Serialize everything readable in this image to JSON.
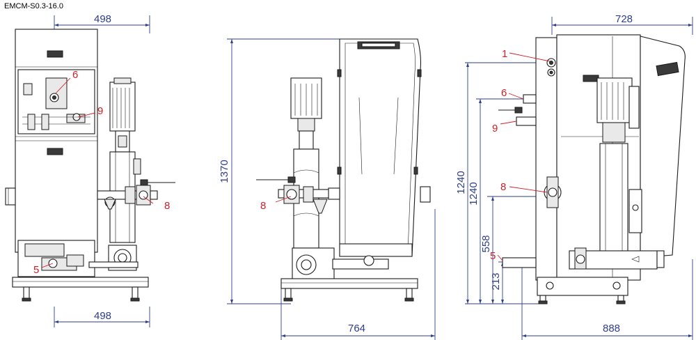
{
  "model": "EMCM-S0.3-16.0",
  "front_view": {
    "width_top": "498",
    "width_bottom": "498",
    "callouts": {
      "six": "6",
      "nine": "9",
      "eight": "8",
      "five": "5"
    }
  },
  "side_view": {
    "height": "1370",
    "depth": "764",
    "callouts": {
      "eight": "8"
    }
  },
  "right_view": {
    "width_top": "728",
    "width_bottom": "888",
    "height_1240_a": "1240",
    "height_1240_b": "1240",
    "height_558": "558",
    "height_213": "213",
    "callouts": {
      "one": "1",
      "six": "6",
      "nine": "9",
      "eight": "8",
      "five": "5"
    }
  },
  "colors": {
    "dimension": "#2e3d8c",
    "callout": "#d1202a",
    "outline": "#1a1a1a"
  }
}
